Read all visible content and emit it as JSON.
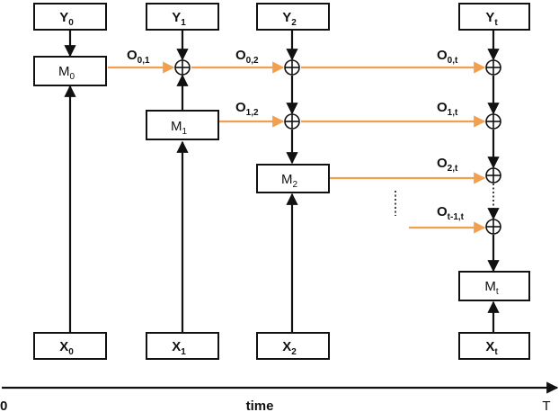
{
  "nodes": {
    "y0": {
      "base": "Y",
      "sub": "0"
    },
    "y1": {
      "base": "Y",
      "sub": "1"
    },
    "y2": {
      "base": "Y",
      "sub": "2"
    },
    "yt": {
      "base": "Y",
      "sub": "t"
    },
    "m0": {
      "base": "M",
      "sub": "0"
    },
    "m1": {
      "base": "M",
      "sub": "1"
    },
    "m2": {
      "base": "M",
      "sub": "2"
    },
    "mt": {
      "base": "M",
      "sub": "t"
    },
    "x0": {
      "base": "X",
      "sub": "0"
    },
    "x1": {
      "base": "X",
      "sub": "1"
    },
    "x2": {
      "base": "X",
      "sub": "2"
    },
    "xt": {
      "base": "X",
      "sub": "t"
    }
  },
  "operators": {
    "o01": {
      "base": "O",
      "sub": "0,1"
    },
    "o02": {
      "base": "O",
      "sub": "0,2"
    },
    "o0t": {
      "base": "O",
      "sub": "0,t"
    },
    "o12": {
      "base": "O",
      "sub": "1,2"
    },
    "o1t": {
      "base": "O",
      "sub": "1,t"
    },
    "o2t": {
      "base": "O",
      "sub": "2,t"
    },
    "ot1t": {
      "base": "O",
      "sub": "t-1,t"
    }
  },
  "axis": {
    "start": "0",
    "label": "time",
    "end": "T"
  },
  "colors": {
    "line": "#111111",
    "operator_arrow": "#f0a050",
    "box_fill": "#ffffff"
  }
}
